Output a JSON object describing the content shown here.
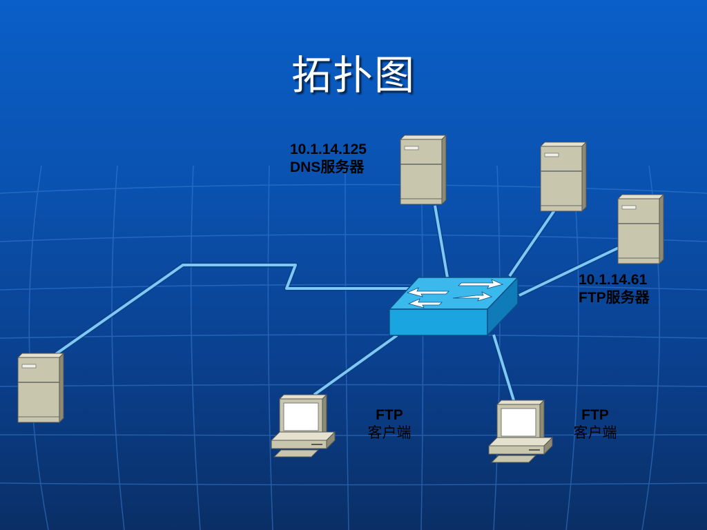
{
  "slide": {
    "title": "拓扑图"
  },
  "labels": {
    "dns_ip": "10.1.14.125",
    "dns_name": "DNS服务器",
    "ftp_ip": "10.1.14.61",
    "ftp_name": "FTP服务器",
    "client1_line1": "FTP",
    "client1_line2": "客户端",
    "client2_line1": "FTP",
    "client2_line2": "客户端"
  },
  "colors": {
    "background_top": "#0a5fc8",
    "background_bottom": "#0a2f66",
    "link": "#7ec8f5",
    "switch": "#1aa5e0",
    "server": "#c9c6ae"
  },
  "icons": [
    "server-icon",
    "switch-icon",
    "workstation-icon"
  ]
}
